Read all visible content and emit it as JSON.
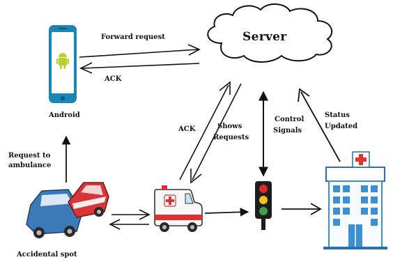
{
  "nodes": {
    "server": "Server",
    "android": "Android",
    "accident": "Accidental spot"
  },
  "edges": {
    "forward_request": "Forward request",
    "ack_top": "ACK",
    "request_line1": "Request to",
    "request_line2": "ambulance",
    "ack_mid": "ACK",
    "shows_line1": "Shows",
    "shows_line2": "Requests",
    "control_line1": "Control",
    "control_line2": "Signals",
    "status_line1": "Status",
    "status_line2": "Updated"
  },
  "colors": {
    "phone": "#1b86b5",
    "android_robot": "#b9cf2c",
    "car_blue": "#3c79b8",
    "car_red": "#d93437",
    "ambulance_cross": "#d9322f",
    "hospital_blue": "#3c8fd2",
    "hospital_cross": "#e0352d",
    "light_red": "#e02a2a",
    "light_yellow": "#f2c218",
    "light_green": "#43a047"
  }
}
